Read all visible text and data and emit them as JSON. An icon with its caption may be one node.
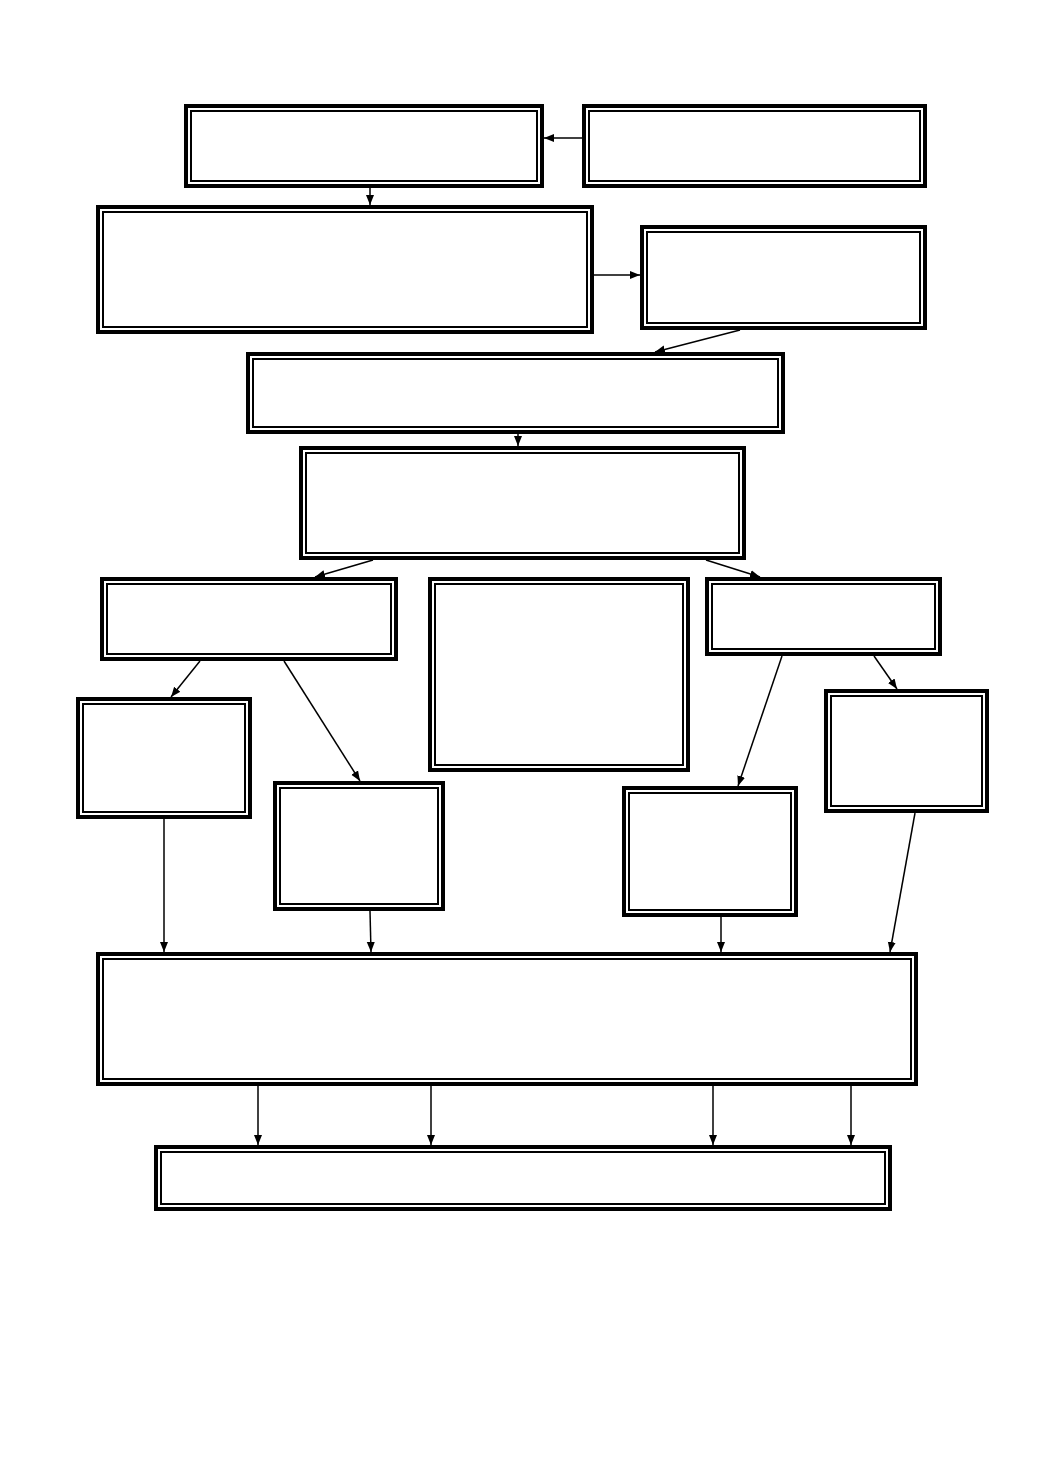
{
  "diagram": {
    "nodes": [
      {
        "text": [],
        "shape": "box"
      },
      {
        "text": [],
        "shape": "box"
      },
      {
        "text": [],
        "shape": "box"
      },
      {
        "text": [],
        "shape": "box"
      },
      {
        "text": [],
        "shape": "box"
      },
      {
        "text": [],
        "shape": "box"
      },
      {
        "text": [],
        "shape": "box"
      },
      {
        "text": [],
        "shape": "box"
      },
      {
        "text": [],
        "shape": "box"
      },
      {
        "text": [],
        "shape": "box"
      },
      {
        "text": [],
        "shape": "box"
      },
      {
        "text": [],
        "shape": "box"
      },
      {
        "text": [],
        "shape": "box"
      },
      {
        "text": [],
        "shape": "box"
      },
      {
        "text": [],
        "shape": "box"
      }
    ],
    "edges": [
      {
        "from": 1,
        "to": 0,
        "arrow": "to"
      },
      {
        "from": 0,
        "to": 2,
        "arrow": "to"
      },
      {
        "from": 2,
        "to": 3,
        "arrow": "to"
      },
      {
        "from": 3,
        "to": 4,
        "arrow": "to"
      },
      {
        "from": 4,
        "to": 5,
        "arrow": "to"
      },
      {
        "from": 5,
        "to": 6,
        "arrow": "to"
      },
      {
        "from": 5,
        "to": 8,
        "arrow": "to"
      },
      {
        "from": 6,
        "to": 9,
        "arrow": "to"
      },
      {
        "from": 6,
        "to": 10,
        "arrow": "to"
      },
      {
        "from": 8,
        "to": 11,
        "arrow": "to"
      },
      {
        "from": 8,
        "to": 12,
        "arrow": "to"
      },
      {
        "from": 9,
        "to": 13,
        "arrow": "to"
      },
      {
        "from": 10,
        "to": 13,
        "arrow": "to"
      },
      {
        "from": 11,
        "to": 13,
        "arrow": "to"
      },
      {
        "from": 12,
        "to": 13,
        "arrow": "to"
      },
      {
        "from": 13,
        "to": 14,
        "arrow": "to"
      },
      {
        "from": 13,
        "to": 14,
        "arrow": "to"
      },
      {
        "from": 13,
        "to": 14,
        "arrow": "to"
      },
      {
        "from": 13,
        "to": 14,
        "arrow": "to"
      }
    ]
  }
}
